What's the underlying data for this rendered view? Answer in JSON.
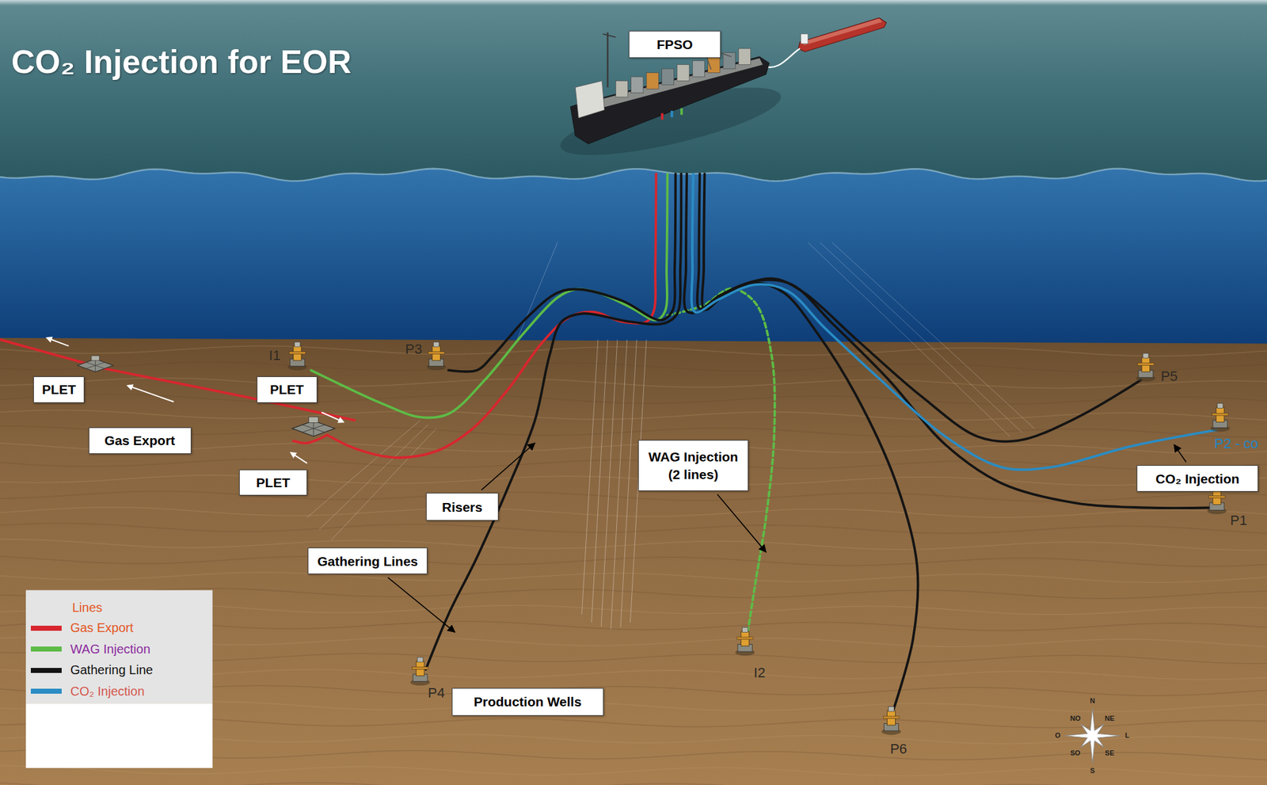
{
  "diagram": {
    "title": "CO₂ Injection for EOR",
    "nodes": [
      {
        "text": [
          "FPSO"
        ]
      },
      {
        "text": [
          "PLET"
        ]
      },
      {
        "text": [
          "PLET"
        ]
      },
      {
        "text": [
          "Gas Export"
        ]
      },
      {
        "text": [
          "WAG Injection",
          "(2 lines)"
        ]
      },
      {
        "text": [
          "CO₂ Injection"
        ]
      },
      {
        "text": [
          "PLET"
        ]
      },
      {
        "text": [
          "Risers"
        ]
      },
      {
        "text": [
          "Gathering Lines"
        ]
      },
      {
        "text": [
          "Production Wells"
        ]
      }
    ],
    "labels": [
      "I1",
      "P3",
      "P5",
      "P2 - co",
      "P1",
      "P4",
      "I2",
      "P6",
      "Lines",
      "N",
      "NE",
      "L",
      "SE",
      "S",
      "SO",
      "O",
      "NO"
    ],
    "legend": [
      {
        "text": "Gas Export",
        "color": "#d8262e"
      },
      {
        "text": "WAG Injection",
        "color": "#5dbb46"
      },
      {
        "text": "Gathering Line",
        "color": "#141414"
      },
      {
        "text": "CO₂ Injection",
        "color": "#2a8cc4"
      }
    ]
  }
}
